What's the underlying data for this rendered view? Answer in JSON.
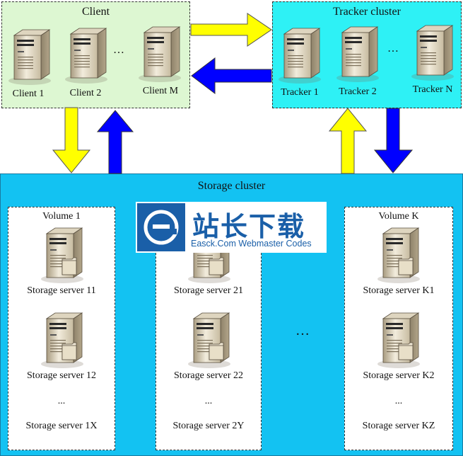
{
  "client": {
    "title": "Client",
    "servers": [
      "Client 1",
      "Client 2",
      "Client M"
    ],
    "ellipsis": "…"
  },
  "tracker": {
    "title": "Tracker cluster",
    "servers": [
      "Tracker 1",
      "Tracker 2",
      "Tracker N"
    ],
    "ellipsis": "…"
  },
  "storage": {
    "title": "Storage cluster",
    "middle_ellipsis": "…",
    "volumes": [
      {
        "title": "Volume 1",
        "servers": [
          "Storage server 11",
          "Storage server 12",
          "Storage server 1X"
        ],
        "ellipsis": "..."
      },
      {
        "title": "",
        "servers": [
          "Storage server 21",
          "Storage server 22",
          "Storage server 2Y"
        ],
        "ellipsis": "..."
      },
      {
        "title": "Volume K",
        "servers": [
          "Storage server K1",
          "Storage server K2",
          "Storage server KZ"
        ],
        "ellipsis": "..."
      }
    ]
  },
  "watermark": {
    "chinese": "站长下载",
    "english": "Easck.Com Webmaster Codes"
  },
  "colors": {
    "client_bg": "#ddf7d2",
    "tracker_bg": "#2ef1f5",
    "storage_bg": "#13c2f2",
    "arrow_yellow": "#ffff00",
    "arrow_blue": "#0000ff",
    "watermark_blue": "#1a5fa8"
  }
}
